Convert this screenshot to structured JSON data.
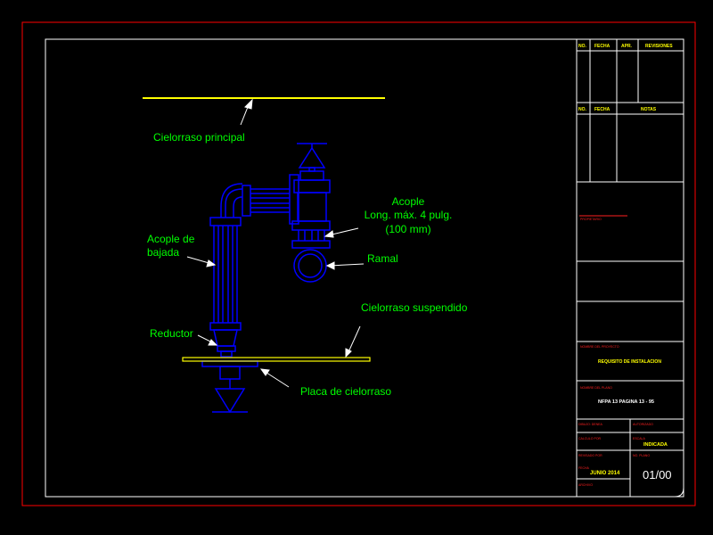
{
  "colors": {
    "background": "#000000",
    "outer_border": "#ff0000",
    "frame": "#ffffff",
    "pipe": "#0000ff",
    "label": "#00ff00",
    "ceiling": "#ffff00",
    "title_block_text": "#ffff00",
    "title_block_small": "#ff2020"
  },
  "labels": {
    "cielorraso_principal": "Cielorraso principal",
    "acople_1": "Acople",
    "acople_2": "Long. máx. 4 pulg.",
    "acople_3": "(100 mm)",
    "acople_bajada_1": "Acople de",
    "acople_bajada_2": "bajada",
    "ramal": "Ramal",
    "cielorraso_suspendido": "Cielorraso suspendido",
    "reductor": "Reductor",
    "placa_cielorraso": "Placa de cielorraso"
  },
  "title_block": {
    "rev_headers": [
      "NO.",
      "FECHA",
      "APR.",
      "REVISIONES"
    ],
    "notes_headers": [
      "NO.",
      "FECHA",
      "NOTAS"
    ],
    "propietario": "PROPIETARIO",
    "nombre_proyecto_label": "NOMBRE DEL PROYECTO",
    "nombre_proyecto": "REQUISITO DE INSTALACION",
    "nombre_plano_label": "NOMBRE DEL PLANO",
    "nombre_plano": "NFPA 13 PAGINA 13 - 95",
    "dibujo": "DIBUJO: DENEA",
    "autorizado": "AUTORIZADO",
    "calculo": "CALCULO POR",
    "escala_label": "ESCALA",
    "escala": "INDICADA",
    "revisado": "REVISADO POR",
    "fecha_label": "FECHA",
    "fecha": "JUNIO 2014",
    "plano_label": "NO. PLANO",
    "plano": "01/00",
    "archivo": "ARCHIVO"
  }
}
